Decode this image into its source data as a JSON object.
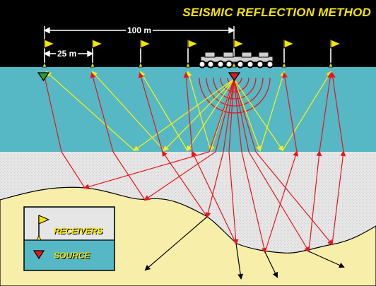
{
  "title": "SEISMIC REFLECTION METHOD",
  "dimensions": {
    "total_spacing_label": "100 m",
    "receiver_spacing_label": "25 m"
  },
  "legend": {
    "receivers_label": "RECEIVERS",
    "source_label": "SOURCE"
  },
  "colors": {
    "background": "#000000",
    "water_layer": "#55b8c4",
    "gray_layer": "#e4e4e4",
    "bedrock": "#f7eeaa",
    "title": "#f5e400",
    "reflected_ray_shallow": "#f2ee1e",
    "refracted_ray": "#e8141e",
    "deep_ray": "#000000",
    "flag": "#f5e400",
    "source_marker": "#e8141e",
    "receiver_marker_active": "#2aa02a"
  },
  "icons": {
    "receiver": "flag-icon",
    "source": "red-triangle-icon",
    "vehicle": "vibroseis-truck-icon"
  }
}
